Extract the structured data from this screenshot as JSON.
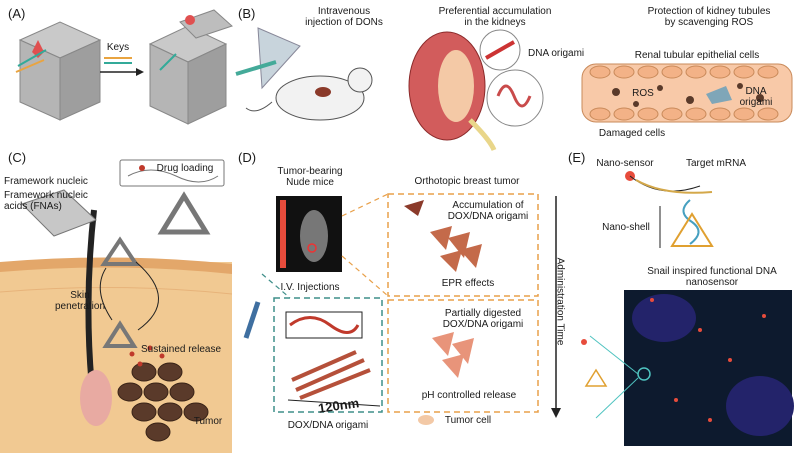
{
  "panels": {
    "a": {
      "letter": "(A)",
      "keys_label": "Keys"
    },
    "b": {
      "letter": "(B)",
      "step1": "Intravenous\ninjection of DONs",
      "step2": "Preferential accumulation\nin the kidneys",
      "step3": "Protection of kidney tubules\nby scavenging ROS",
      "dna_origami": "DNA origami",
      "renal_cells": "Renal tubular epithelial cells",
      "ros": "ROS",
      "dna_origami_2": "DNA\norigami",
      "damaged": "Damaged cells"
    },
    "c": {
      "letter": "(C)",
      "fna_line1": "Framework nucleic",
      "fna_line2": "Framework nucleic\nacids (FNAs)",
      "drug_loading": "Drug loading",
      "skin_penetration": "Skin\npenetration",
      "sustained_release": "Sustained release",
      "tumor": "Tumor"
    },
    "d": {
      "letter": "(D)",
      "tumor_bearing": "Tumor-bearing\nNude mice",
      "orthotopic": "Orthotopic breast tumor",
      "accumulation": "Accumulation of\nDOX/DNA origami",
      "epr": "EPR effects",
      "iv": "I.V. Injections",
      "partially": "Partially digested\nDOX/DNA origami",
      "ph": "pH controlled release",
      "scale": "120nm",
      "dox_origami": "DOX/DNA origami",
      "tumor_cell": "Tumor cell",
      "admin_time": "Administration Time"
    },
    "e": {
      "letter": "(E)",
      "nano_sensor": "Nano-sensor",
      "target_mrna": "Target mRNA",
      "nano_shell": "Nano-shell",
      "snail": "Snail inspired functional DNA\nnanosensor"
    }
  },
  "colors": {
    "accent_orange": "#e8a04a",
    "teal": "#3f8f8a",
    "kidney_red": "#c94b4b",
    "skin": "#f3d9b1",
    "micro_bg": "#0d1a2e"
  }
}
